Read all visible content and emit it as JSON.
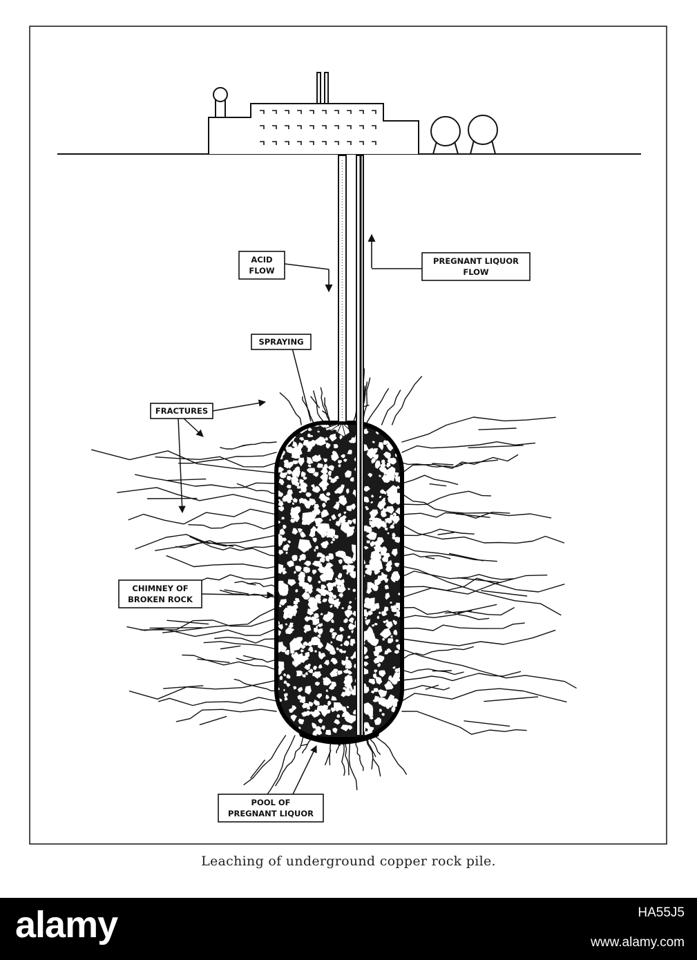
{
  "labels": {
    "acid_flow": [
      "ACID",
      "FLOW"
    ],
    "pregnant_liquor_flow": [
      "PREGNANT LIQUOR",
      "FLOW"
    ],
    "spraying": [
      "SPRAYING"
    ],
    "fractures": [
      "FRACTURES"
    ],
    "chimney": [
      "CHIMNEY OF",
      "BROKEN ROCK"
    ],
    "pool": [
      "POOL OF",
      "PREGNANT LIQUOR"
    ]
  },
  "caption": "Leaching of underground copper rock pile.",
  "watermark": {
    "logo": "alamy",
    "image_id": "HA55J5",
    "url": "www.alamy.com"
  },
  "colors": {
    "ink": "#111111",
    "paper": "#ffffff",
    "footer": "#000000"
  }
}
